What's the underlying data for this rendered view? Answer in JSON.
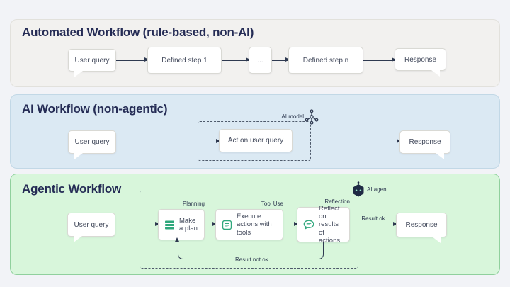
{
  "automated": {
    "title": "Automated Workflow (rule-based, non-AI)",
    "user_query": "User query",
    "step1": "Defined step 1",
    "ellipsis": "...",
    "stepn": "Defined step n",
    "response": "Response"
  },
  "ai_workflow": {
    "title": "AI Workflow (non-agentic)",
    "user_query": "User query",
    "act": "Act on user query",
    "model_label": "AI model",
    "response": "Response"
  },
  "agentic": {
    "title": "Agentic Workflow",
    "user_query": "User query",
    "plan": "Make a plan",
    "execute": "Execute actions with tools",
    "reflect": "Reflect on results of actions",
    "response": "Response",
    "planning_label": "Planning",
    "tool_use_label": "Tool Use",
    "reflection_label": "Reflection",
    "agent_label": "AI agent",
    "result_ok_label": "Result ok",
    "result_not_ok_label": "Result not ok"
  },
  "icons": {
    "ai_model": "network-nodes-icon",
    "ai_agent": "hexagon-robot-icon",
    "plan": "stack-icon",
    "execute": "checklist-icon",
    "reflect": "chat-bubble-icon"
  },
  "colors": {
    "page_bg": "#f2f3f7",
    "panel_automated_bg": "#f2f1ef",
    "panel_ai_bg": "#dbe9f3",
    "panel_agentic_bg": "#d8f6db",
    "title_text": "#252c55",
    "box_text": "#434a5c",
    "arrow": "#2e3950",
    "icon_green": "#2fa77c",
    "agent_hexagon": "#1f2a44"
  }
}
